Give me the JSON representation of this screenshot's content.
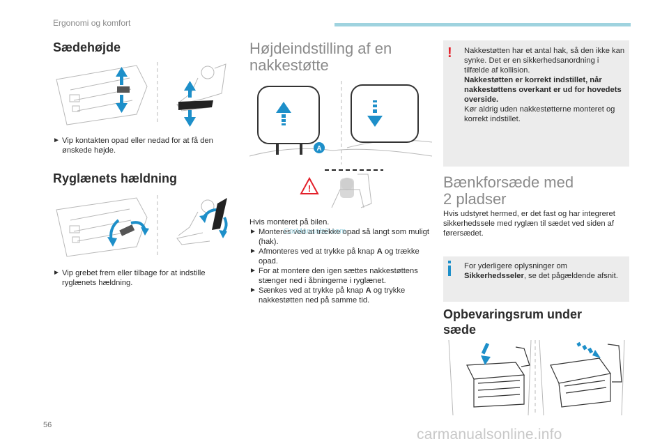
{
  "header": {
    "section": "Ergonomi og komfort"
  },
  "seat_height": {
    "heading": "Sædehøjde",
    "bullet": "Vip kontakten opad eller nedad for at få den ønskede højde."
  },
  "backrest": {
    "heading": "Ryglænets hældning",
    "bullet": "Vip grebet frem eller tilbage for at indstille ryglænets hældning."
  },
  "headrest": {
    "heading_line1": "Højdeindstilling af en",
    "heading_line2": "nakkestøtte",
    "callout": "A",
    "intro": "Hvis monteret på bilen.",
    "bullets": [
      {
        "pre": "Monteres ved at trække opad så langt som muligt (hak).",
        "bold": "",
        "post": ""
      },
      {
        "pre": "Afmonteres ved at trykke på knap ",
        "bold": "A",
        "post": " og trække opad."
      },
      {
        "pre": "For at montere den igen sættes nakkestøttens stænger ned i åbningerne i ryglænet.",
        "bold": "",
        "post": ""
      },
      {
        "pre": "Sænkes ved at trykke på knap ",
        "bold": "A",
        "post": " og trykke nakkestøtten ned på samme tid."
      }
    ],
    "overlay_url": "CarManuals2.com"
  },
  "warning": {
    "line1": "Nakkestøtten har et antal hak, så den ikke kan synke. Det er en sikkerhedsanordning i tilfælde af kollision.",
    "bold": "Nakkestøtten er korrekt indstillet, når nakkestøttens overkant er ud for hovedets overside.",
    "line2": "Kør aldrig uden nakkestøtterne monteret og korrekt indstillet."
  },
  "bench": {
    "heading_line1": "Bænkforsæde med",
    "heading_line2": "2 pladser",
    "text": "Hvis udstyret hermed, er det fast og har integreret sikkerhedssele med ryglæn til sædet ved siden af førersædet."
  },
  "info": {
    "pre": "For yderligere oplysninger om ",
    "bold": "Sikkerhedsseler",
    "post": ", se det pågældende afsnit."
  },
  "storage": {
    "heading_line1": "Opbevaringsrum under",
    "heading_line2": "sæde"
  },
  "page_number": "56",
  "watermark": "carmanualsonline.info",
  "colors": {
    "accent_blue": "#1d8fc9",
    "warning_red": "#e3202a",
    "header_bar": "#9fd3df",
    "box_grey": "#ececec"
  }
}
